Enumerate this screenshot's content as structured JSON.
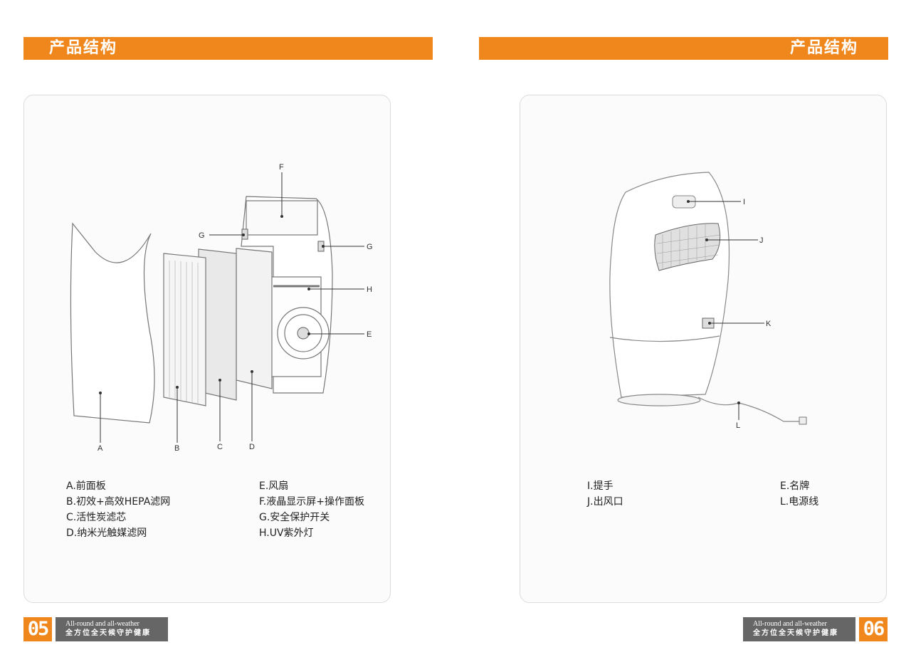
{
  "left_page": {
    "header_title": "产品结构",
    "callouts": [
      "F",
      "G",
      "G",
      "H",
      "E",
      "A",
      "B",
      "C",
      "D"
    ],
    "legend_left": [
      "A.前面板",
      "B.初效+高效HEPA滤网",
      "C.活性炭滤芯",
      "D.纳米光触媒滤网"
    ],
    "legend_right": [
      "E.风扇",
      "F.液晶显示屏+操作面板",
      "G.安全保护开关",
      "H.UV紫外灯"
    ],
    "page_number": "05",
    "tagline_en": "All-round and all-weather",
    "tagline_zh": "全方位全天候守护健康"
  },
  "right_page": {
    "header_title": "产品结构",
    "callouts": [
      "I",
      "J",
      "K",
      "L"
    ],
    "legend_left": [
      "I.提手",
      "J.出风口"
    ],
    "legend_right": [
      "E.名牌",
      "L.电源线"
    ],
    "page_number": "06",
    "tagline_en": "All-round and all-weather",
    "tagline_zh": "全方位全天候守护健康"
  },
  "colors": {
    "accent": "#f0871d",
    "footer_gray": "#666666"
  }
}
